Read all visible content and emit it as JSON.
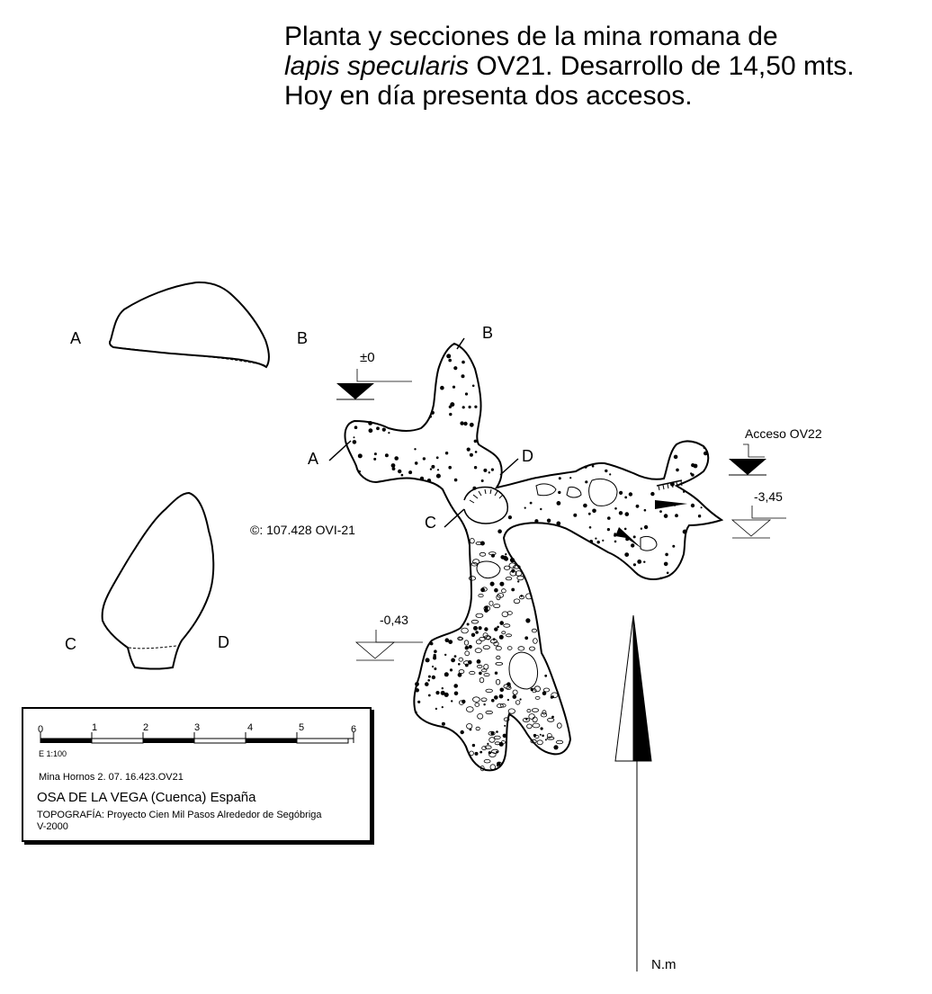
{
  "title": {
    "line1": "Planta y secciones de la mina romana de",
    "line2_italic": "lapis specularis",
    "line2_rest": " OV21. Desarrollo de 14,50 mts.",
    "line3": "Hoy en día presenta dos accesos."
  },
  "sections": {
    "a": "A",
    "b": "B",
    "c": "C",
    "d": "D"
  },
  "plan_labels": {
    "b": "B",
    "a": "A",
    "d": "D",
    "c": "C",
    "ref_zero": "±0",
    "access_ov22": "Acceso OV22",
    "depth_345": "-3,45",
    "depth_043": "-0,43",
    "catalog": "©: 107.428  OVI-21"
  },
  "legend": {
    "scale_ticks": [
      "0",
      "1",
      "2",
      "3",
      "4",
      "5",
      "6"
    ],
    "scale_text": "E 1:100",
    "mine_code": "Mina Hornos 2. 07. 16.423.OV21",
    "location": "OSA DE LA VEGA (Cuenca) España",
    "survey": "TOPOGRAFÍA: Proyecto Cien Mil Pasos Alrededor de Segóbriga",
    "year": "V-2000"
  },
  "north": {
    "label": "N.m"
  }
}
